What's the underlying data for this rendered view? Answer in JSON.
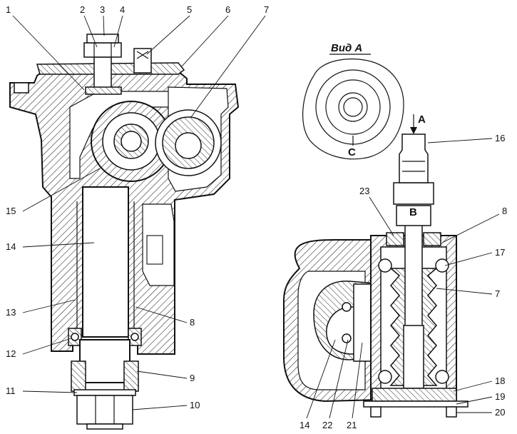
{
  "view": {
    "title": "Вид A",
    "letter_c": "C"
  },
  "letters": {
    "a": "A",
    "b": "B"
  },
  "labels": {
    "n1": "1",
    "n2": "2",
    "n3": "3",
    "n4": "4",
    "n5": "5",
    "n6": "6",
    "n7": "7",
    "n8": "8",
    "n9": "9",
    "n10": "10",
    "n11": "11",
    "n12": "12",
    "n13": "13",
    "n14": "14",
    "n15": "15",
    "r16": "16",
    "r23": "23",
    "r8": "8",
    "r17": "17",
    "r7": "7",
    "r18": "18",
    "r19": "19",
    "r20": "20",
    "r14": "14",
    "r22": "22",
    "r21": "21"
  }
}
